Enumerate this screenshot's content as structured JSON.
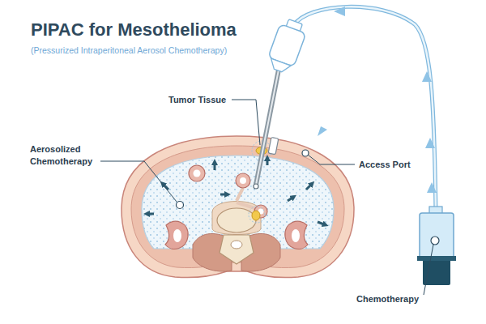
{
  "diagram": {
    "title": "PIPAC for Mesothelioma",
    "labels": [
      "(Pressurized Intraperitoneal Aerosol Chemotherapy)",
      "Tumor Tissue",
      "Aerosolized Chemotherapy",
      "Access Port",
      "Chemotherapy"
    ]
  }
}
